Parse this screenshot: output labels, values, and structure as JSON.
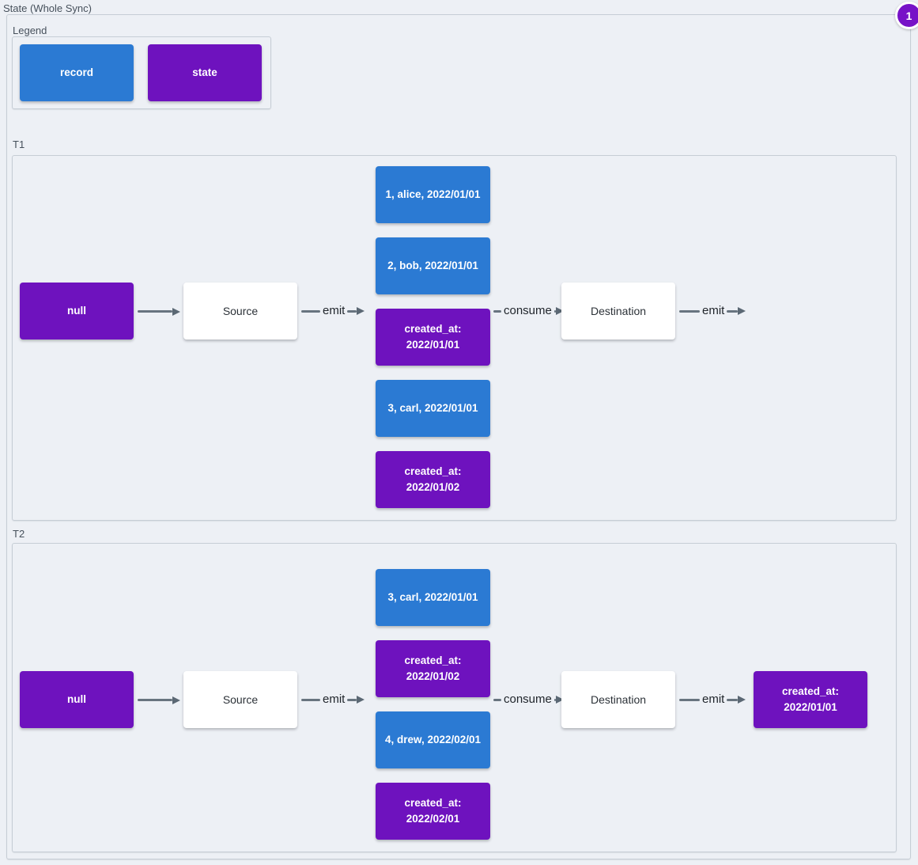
{
  "title": "State (Whole Sync)",
  "badge": {
    "value": "1"
  },
  "colors": {
    "record": "#2b7ad3",
    "state": "#6e12be",
    "arrow": "#68747f",
    "background": "#edf0f5",
    "group_border": "#c6cdd5"
  },
  "legend": {
    "title": "Legend",
    "items": [
      {
        "label": "record",
        "type": "record"
      },
      {
        "label": "state",
        "type": "state"
      }
    ]
  },
  "sections": [
    {
      "label": "T1",
      "input": {
        "text": "null",
        "type": "state"
      },
      "source": "Source",
      "emit_label": "emit",
      "queue": [
        {
          "text": "1, alice, 2022/01/01",
          "type": "record"
        },
        {
          "text": "2, bob, 2022/01/01",
          "type": "record"
        },
        {
          "text": "created_at:\n2022/01/01",
          "type": "state"
        },
        {
          "text": "3, carl, 2022/01/01",
          "type": "record"
        },
        {
          "text": "created_at:\n2022/01/02",
          "type": "state"
        }
      ],
      "consume_label": "consume",
      "destination": "Destination",
      "emit_out_label": "emit"
    },
    {
      "label": "T2",
      "input": {
        "text": "null",
        "type": "state"
      },
      "source": "Source",
      "emit_label": "emit",
      "queue": [
        {
          "text": "3, carl, 2022/01/01",
          "type": "record"
        },
        {
          "text": "created_at:\n2022/01/02",
          "type": "state"
        },
        {
          "text": "4, drew, 2022/02/01",
          "type": "record"
        },
        {
          "text": "created_at:\n2022/02/01",
          "type": "state"
        }
      ],
      "consume_label": "consume",
      "destination": "Destination",
      "emit_out_label": "emit",
      "output": {
        "text": "created_at:\n2022/01/01",
        "type": "state"
      }
    }
  ]
}
